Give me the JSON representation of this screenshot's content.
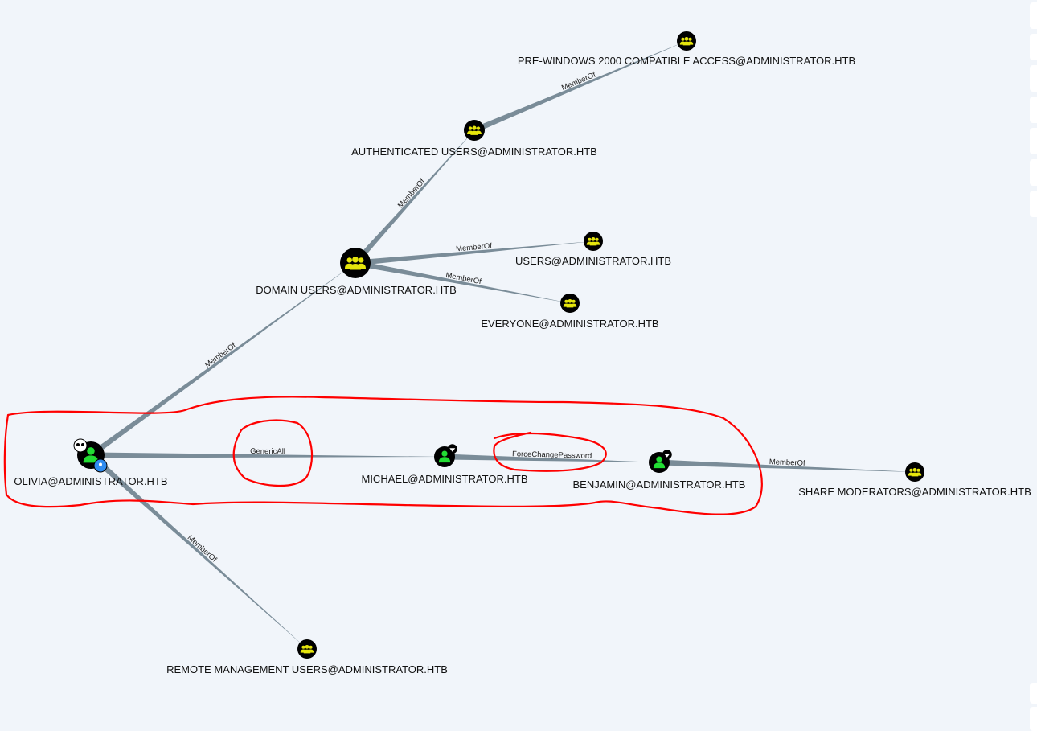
{
  "graph": {
    "nodes": [
      {
        "id": "olivia",
        "label": "OLIVIA@ADMINISTRATOR.HTB",
        "type": "user",
        "owned": true,
        "starting": true
      },
      {
        "id": "domainusers",
        "label": "DOMAIN USERS@ADMINISTRATOR.HTB",
        "type": "group"
      },
      {
        "id": "authusers",
        "label": "AUTHENTICATED USERS@ADMINISTRATOR.HTB",
        "type": "group"
      },
      {
        "id": "prewin",
        "label": "PRE-WINDOWS 2000 COMPATIBLE ACCESS@ADMINISTRATOR.HTB",
        "type": "group"
      },
      {
        "id": "users",
        "label": "USERS@ADMINISTRATOR.HTB",
        "type": "group"
      },
      {
        "id": "everyone",
        "label": "EVERYONE@ADMINISTRATOR.HTB",
        "type": "group"
      },
      {
        "id": "michael",
        "label": "MICHAEL@ADMINISTRATOR.HTB",
        "type": "user",
        "highvalue": true
      },
      {
        "id": "benjamin",
        "label": "BENJAMIN@ADMINISTRATOR.HTB",
        "type": "user",
        "highvalue": true
      },
      {
        "id": "sharemod",
        "label": "SHARE MODERATORS@ADMINISTRATOR.HTB",
        "type": "group"
      },
      {
        "id": "remotemgmt",
        "label": "REMOTE MANAGEMENT USERS@ADMINISTRATOR.HTB",
        "type": "group"
      }
    ],
    "edges": [
      {
        "source": "olivia",
        "target": "domainusers",
        "label": "MemberOf"
      },
      {
        "source": "domainusers",
        "target": "authusers",
        "label": "MemberOf"
      },
      {
        "source": "authusers",
        "target": "prewin",
        "label": "MemberOf"
      },
      {
        "source": "domainusers",
        "target": "users",
        "label": "MemberOf"
      },
      {
        "source": "domainusers",
        "target": "everyone",
        "label": "MemberOf"
      },
      {
        "source": "olivia",
        "target": "michael",
        "label": "GenericAll"
      },
      {
        "source": "michael",
        "target": "benjamin",
        "label": "ForceChangePassword"
      },
      {
        "source": "benjamin",
        "target": "sharemod",
        "label": "MemberOf"
      },
      {
        "source": "olivia",
        "target": "remotemgmt",
        "label": "MemberOf"
      }
    ]
  },
  "colors": {
    "user": "#22dd33",
    "group": "#e5e50c",
    "edge": "#7a8c98",
    "annotation": "#ff0000",
    "pin": "#2f8cf0"
  }
}
